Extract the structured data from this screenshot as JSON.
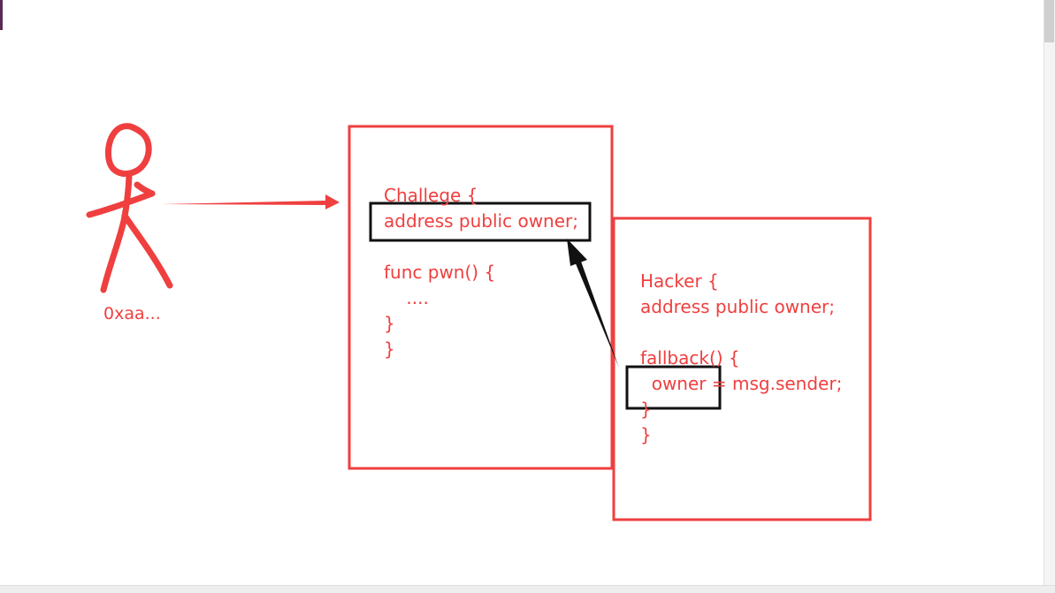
{
  "colors": {
    "accent_red": "#ef3f3f",
    "highlight_black": "#111111",
    "background": "#ffffff"
  },
  "actor": {
    "label": "0xaa..."
  },
  "challenge_box": {
    "lines": [
      "Challege {",
      "address public owner;",
      "",
      "func pwn() {",
      "    ....",
      "}",
      "}"
    ]
  },
  "hacker_box": {
    "lines": [
      "Hacker {",
      "address public owner;",
      "",
      "fallback() {",
      "  owner = msg.sender;",
      "}",
      "}"
    ]
  }
}
